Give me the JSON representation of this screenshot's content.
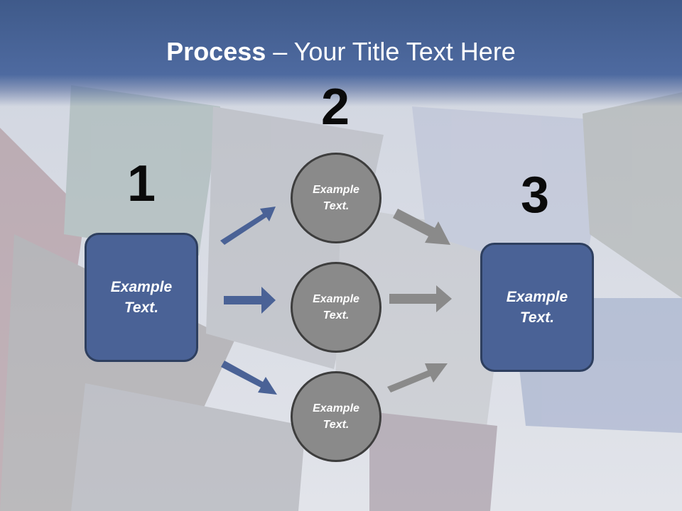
{
  "title": {
    "bold": "Process",
    "rest": " – Your Title Text Here"
  },
  "steps": {
    "one": "1",
    "two": "2",
    "three": "3"
  },
  "left_box": {
    "line1": "Example",
    "line2": "Text."
  },
  "circles": [
    {
      "line1": "Example",
      "line2": "Text."
    },
    {
      "line1": "Example",
      "line2": "Text."
    },
    {
      "line1": "Example",
      "line2": "Text."
    }
  ],
  "right_box": {
    "line1": "Example",
    "line2": "Text."
  },
  "colors": {
    "box": "#4a6296",
    "circle": "#8a8a8a",
    "header": "#4e6aa0",
    "arrow_blue": "#4a6296",
    "arrow_gray": "#8a8a8a"
  }
}
